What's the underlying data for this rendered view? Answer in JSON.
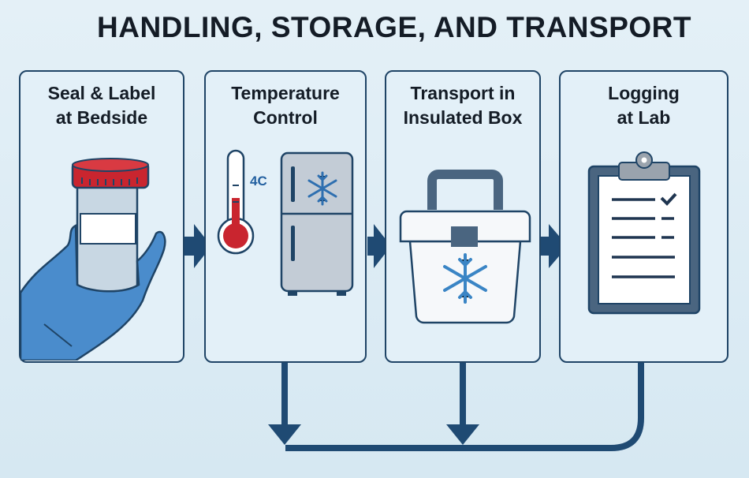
{
  "title": "HANDLING, STORAGE, AND TRANSPORT",
  "steps": [
    {
      "line1": "Seal & Label",
      "line2": "at Bedside",
      "icon": "gloved-hand-specimen-jar-icon"
    },
    {
      "line1": "Temperature",
      "line2": "Control",
      "icon": "thermometer-refrigerator-icon",
      "temp_label": "4C"
    },
    {
      "line1": "Transport in",
      "line2": "Insulated Box",
      "icon": "insulated-cooler-box-icon"
    },
    {
      "line1": "Logging",
      "line2": "at Lab",
      "icon": "clipboard-checklist-icon"
    }
  ],
  "colors": {
    "primary": "#1f4a73",
    "accent_red": "#c9252f",
    "glove": "#4a8ccc",
    "snowflake": "#3a85c5"
  }
}
